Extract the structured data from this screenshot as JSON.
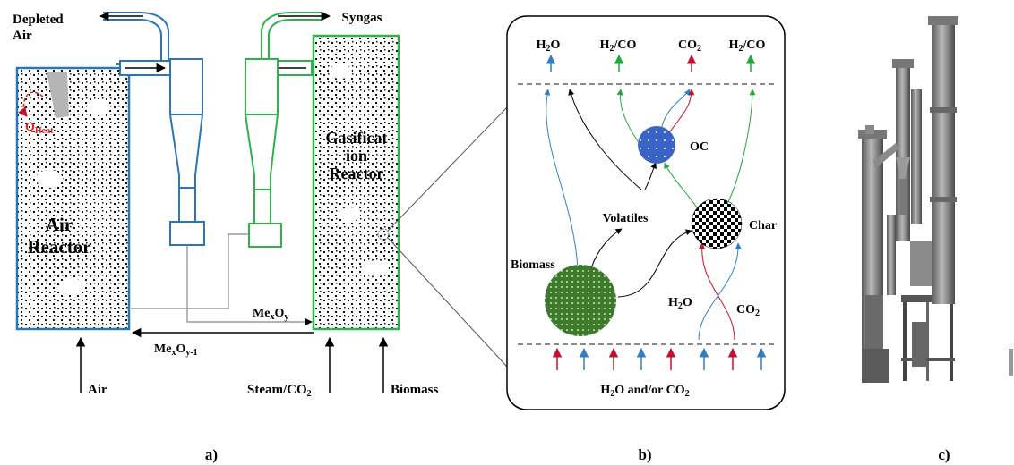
{
  "panel_a": {
    "depleted_air_1": "Depleted",
    "depleted_air_2": "Air",
    "syngas": "Syngas",
    "q_heat_main": "Q",
    "q_heat_sub": "Heat",
    "air_reactor_1": "Air",
    "air_reactor_2": "Reactor",
    "gasification_1": "Gasificat",
    "gasification_2": "ion",
    "gasification_3": "Reactor",
    "mexoy_main": "Me",
    "mexoy_x": "x",
    "mexoy_o": "O",
    "mexoy_y": "y",
    "mexoy1_main": "Me",
    "mexoy1_x": "x",
    "mexoy1_o": "O",
    "mexoy1_y": "y-1",
    "inlet_air": "Air",
    "inlet_steam": "Steam/CO",
    "inlet_steam_sub": "2",
    "inlet_biomass": "Biomass",
    "label": "a)"
  },
  "panel_b": {
    "top_h2o_main": "H",
    "top_h2o_sub": "2",
    "top_h2o_end": "O",
    "top_h2co_1_main": "H",
    "top_h2co_1_sub": "2",
    "top_h2co_1_end": "/CO",
    "top_co2_main": "CO",
    "top_co2_sub": "2",
    "top_h2co_2_main": "H",
    "top_h2co_2_sub": "2",
    "top_h2co_2_end": "/CO",
    "oc": "OC",
    "volatiles": "Volatiles",
    "char": "Char",
    "biomass": "Biomass",
    "h2o_main": "H",
    "h2o_sub": "2",
    "h2o_end": "O",
    "co2_main": "CO",
    "co2_sub": "2",
    "bottom_main": "H",
    "bottom_sub": "2",
    "bottom_mid": "O and/or CO",
    "bottom_sub2": "2",
    "label": "b)"
  },
  "panel_c": {
    "label": "c)"
  },
  "colors": {
    "air_reactor": "#2a77b8",
    "fuel_reactor": "#2db34a",
    "heat": "#e02020",
    "oc_particle": "#3a63c8",
    "biomass_particle": "#3d7a2a",
    "red_flow": "#c8102e",
    "blue_flow": "#2f7fc6",
    "green_flow": "#22a83a"
  }
}
